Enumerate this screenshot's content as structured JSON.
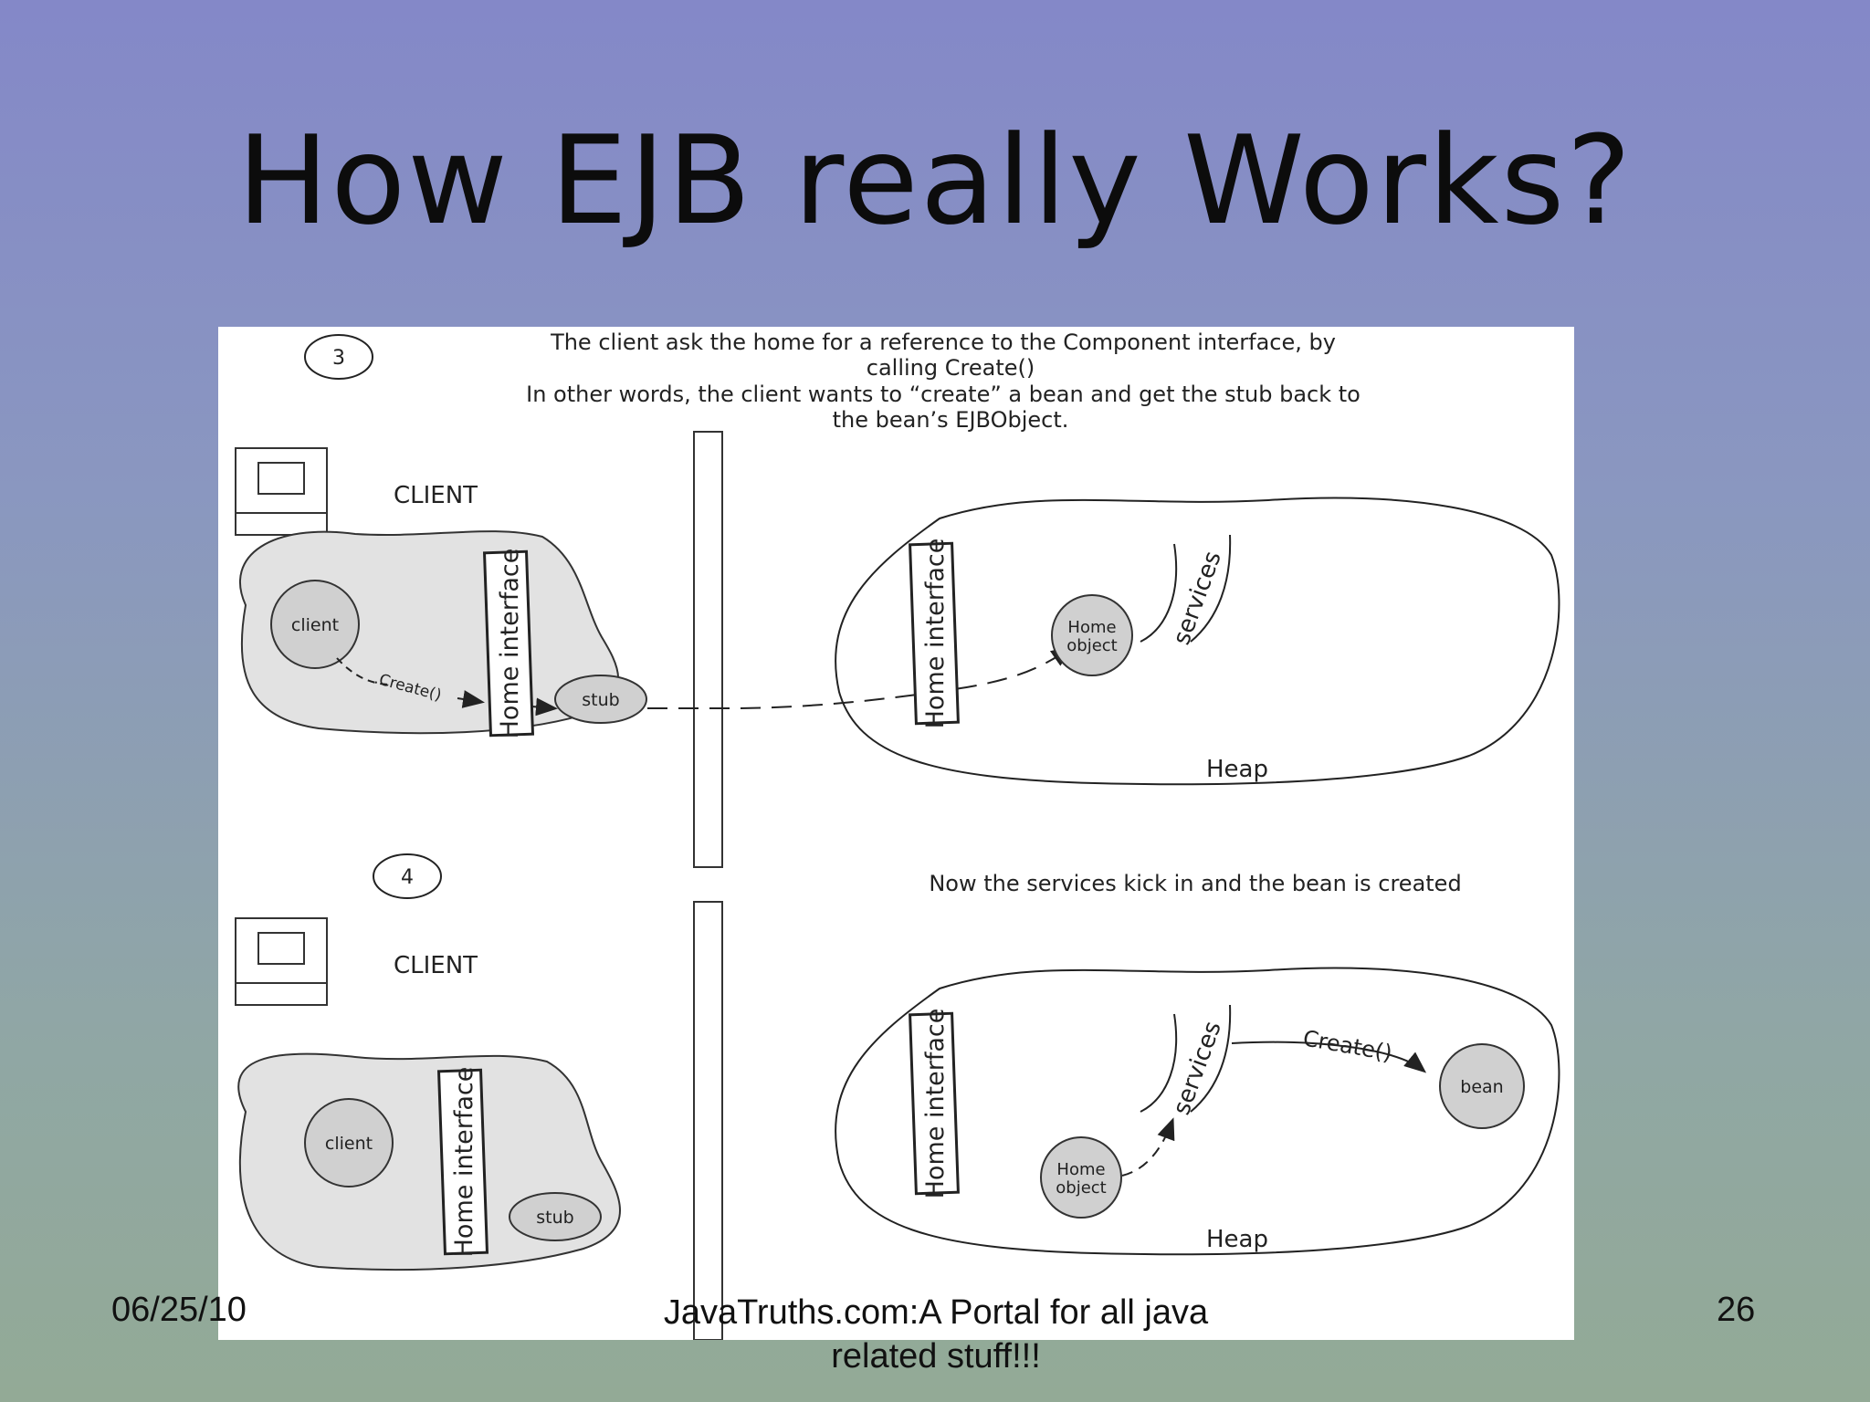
{
  "slide": {
    "title": "How EJB really Works?",
    "footer_date": "06/25/10",
    "footer_center": "JavaTruths.com:A Portal for all java related stuff!!!",
    "page_number": "26"
  },
  "diagram": {
    "step3": {
      "number": "3",
      "caption_line1": "The client ask the home for a reference to the Component interface, by",
      "caption_line2": "calling Create()",
      "caption_line3": "In other words, the client wants to “create” a bean and get the stub back to",
      "caption_line4": "the bean’s EJBObject.",
      "client_label": "CLIENT",
      "client_node": "client",
      "create_call": ".Create()",
      "home_interface_client": "Home interface",
      "stub": "stub",
      "home_interface_server": "Home interface",
      "home_object_line1": "Home",
      "home_object_line2": "object",
      "services": "services",
      "heap": "Heap"
    },
    "step4": {
      "number": "4",
      "caption": "Now the services kick in and the bean is created",
      "client_label": "CLIENT",
      "client_node": "client",
      "home_interface_client": "Home interface",
      "stub": "stub",
      "home_interface_server": "Home interface",
      "home_object_line1": "Home",
      "home_object_line2": "object",
      "services": "services",
      "create_call": "Create()",
      "bean": "bean",
      "heap": "Heap"
    }
  }
}
